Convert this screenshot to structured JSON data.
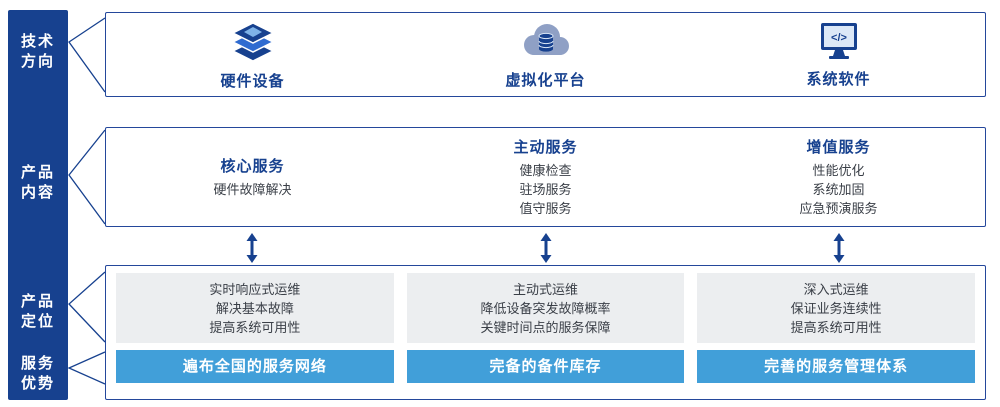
{
  "colors": {
    "navy": "#17418F",
    "box_border": "#24479B",
    "accent_blue": "#419FD9",
    "panel_gray": "#ECEEF0",
    "icon_light_blue": "#7FB3E8",
    "icon_mid_blue": "#2F6BD0",
    "icon_gray_blue": "#8FA0C5",
    "text_dark": "#3A3F47"
  },
  "sidebar": {
    "labels": [
      {
        "line1": "技术",
        "line2": "方向"
      },
      {
        "line1": "产品",
        "line2": "内容"
      },
      {
        "line1": "产品",
        "line2": "定位"
      },
      {
        "line1": "服务",
        "line2": "优势"
      }
    ]
  },
  "tech_row": {
    "items": [
      {
        "label": "硬件设备",
        "icon": "server-stack-icon"
      },
      {
        "label": "虚拟化平台",
        "icon": "cloud-server-icon"
      },
      {
        "label": "系统软件",
        "icon": "monitor-code-icon"
      }
    ]
  },
  "content_row": {
    "columns": [
      {
        "title": "核心服务",
        "items": [
          "硬件故障解决"
        ]
      },
      {
        "title": "主动服务",
        "items": [
          "健康检查",
          "驻场服务",
          "值守服务"
        ]
      },
      {
        "title": "增值服务",
        "items": [
          "性能优化",
          "系统加固",
          "应急预演服务"
        ]
      }
    ]
  },
  "positioning_row": {
    "columns": [
      {
        "lines": [
          "实时响应式运维",
          "解决基本故障",
          "提高系统可用性"
        ],
        "banner": "遍布全国的服务网络"
      },
      {
        "lines": [
          "主动式运维",
          "降低设备突发故障概率",
          "关键时间点的服务保障"
        ],
        "banner": "完备的备件库存"
      },
      {
        "lines": [
          "深入式运维",
          "保证业务连续性",
          "提高系统可用性"
        ],
        "banner": "完善的服务管理体系"
      }
    ]
  },
  "icons": {
    "monitor_glyph": "</>"
  }
}
